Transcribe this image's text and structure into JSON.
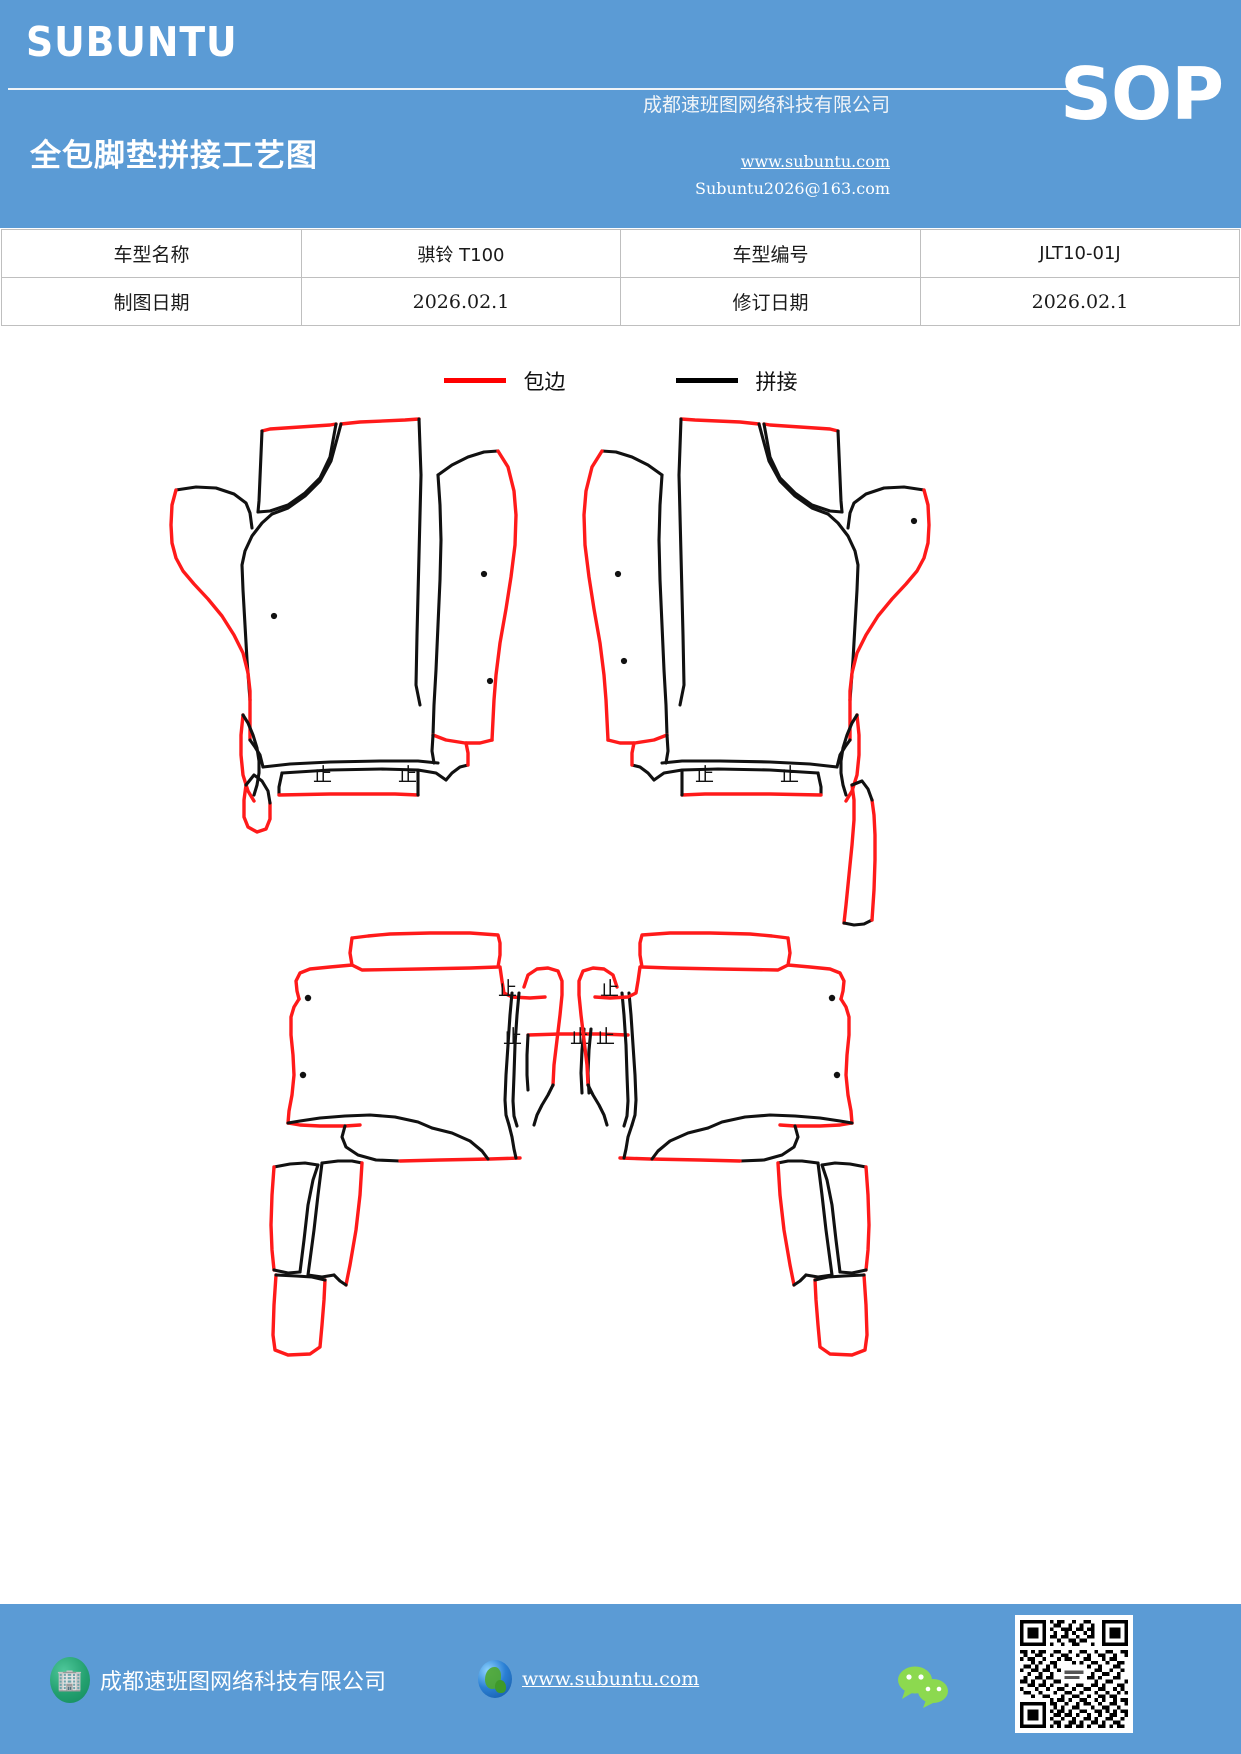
{
  "header": {
    "brand": "SUBUNTU",
    "doc_title": "全包脚垫拼接工艺图",
    "company": "成都速班图网络科技有限公司",
    "website": "www.subuntu.com",
    "email": "Subuntu2026@163.com",
    "badge": "SOP",
    "bg_color": "#5b9bd5"
  },
  "info_table": {
    "rows": [
      {
        "label_1": "车型名称",
        "value_1": "骐铃 T100",
        "label_2": "车型编号",
        "value_2": "JLT10-01J"
      },
      {
        "label_1": "制图日期",
        "value_1": "2026.02.1",
        "label_2": "修订日期",
        "value_2": "2026.02.1"
      }
    ]
  },
  "legend": {
    "items": [
      {
        "label": "包边",
        "color": "#ff0000",
        "icon": "red-line-swatch"
      },
      {
        "label": "拼接",
        "color": "#000000",
        "icon": "black-line-swatch"
      }
    ]
  },
  "drawing": {
    "stop_mark": "止",
    "stop_mark_count": 10,
    "bind_color": "#ff1a1a",
    "seam_color": "#111111",
    "groups": [
      {
        "name": "front-left-mat-assembly"
      },
      {
        "name": "front-right-mat-assembly"
      },
      {
        "name": "rear-mat-assembly"
      }
    ]
  },
  "footer": {
    "company": "成都速班图网络科技有限公司",
    "website": "www.subuntu.com",
    "building_icon": "building-icon",
    "globe_icon": "globe-icon",
    "wechat_icon": "wechat-icon",
    "qr_icon": "qr-code"
  }
}
